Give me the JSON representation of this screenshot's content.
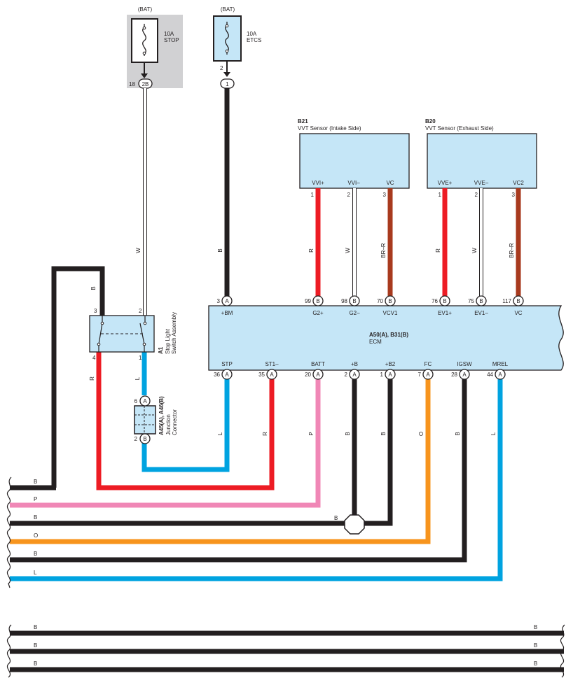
{
  "colors": {
    "component_fill": "#c5e6f7",
    "fuse_bg": "#d1d1d3",
    "wire_black": "#231f20",
    "wire_red": "#ed1c24",
    "wire_blue": "#00a3e0",
    "wire_pink": "#f087b6",
    "wire_orange": "#f7941d",
    "wire_brown_red": "#a83a1e",
    "wire_white": "#ffffff"
  },
  "fuses": {
    "stop": {
      "source": "(BAT)",
      "amp": "10A",
      "name": "STOP",
      "conn_pin": "18",
      "conn": "2B"
    },
    "etcs": {
      "source": "(BAT)",
      "amp": "10A",
      "name": "ETCS",
      "fuse_pin": "2",
      "conn": "1"
    }
  },
  "sensors": {
    "b21": {
      "code": "B21",
      "title": "VVT Sensor (Intake Side)",
      "pins": [
        {
          "name": "VVI+",
          "num": "1",
          "wire": "R"
        },
        {
          "name": "VVI–",
          "num": "2",
          "wire": "W"
        },
        {
          "name": "VC",
          "num": "3",
          "wire": "BR–R"
        }
      ]
    },
    "b20": {
      "code": "B20",
      "title": "VVT Sensor (Exhaust Side)",
      "pins": [
        {
          "name": "VVE+",
          "num": "1",
          "wire": "R"
        },
        {
          "name": "VVE–",
          "num": "2",
          "wire": "W"
        },
        {
          "name": "VC2",
          "num": "3",
          "wire": "BR–R"
        }
      ]
    }
  },
  "ecm": {
    "code": "A50(A), B31(B)",
    "name": "ECM",
    "top_pins": [
      {
        "num": "3",
        "conn": "A",
        "name": "+BM"
      },
      {
        "num": "99",
        "conn": "B",
        "name": "G2+"
      },
      {
        "num": "98",
        "conn": "B",
        "name": "G2–"
      },
      {
        "num": "70",
        "conn": "B",
        "name": "VCV1"
      },
      {
        "num": "76",
        "conn": "B",
        "name": "EV1+"
      },
      {
        "num": "75",
        "conn": "B",
        "name": "EV1–"
      },
      {
        "num": "117",
        "conn": "B",
        "name": "VC"
      }
    ],
    "bottom_pins": [
      {
        "num": "36",
        "conn": "A",
        "name": "STP",
        "wire": "L"
      },
      {
        "num": "35",
        "conn": "A",
        "name": "ST1–",
        "wire": "R"
      },
      {
        "num": "20",
        "conn": "A",
        "name": "BATT",
        "wire": "P"
      },
      {
        "num": "2",
        "conn": "A",
        "name": "+B",
        "wire": "B"
      },
      {
        "num": "1",
        "conn": "A",
        "name": "+B2",
        "wire": "B"
      },
      {
        "num": "7",
        "conn": "A",
        "name": "FC",
        "wire": "O"
      },
      {
        "num": "28",
        "conn": "A",
        "name": "IGSW",
        "wire": "B"
      },
      {
        "num": "44",
        "conn": "A",
        "name": "MREL",
        "wire": "L"
      }
    ]
  },
  "stop_switch": {
    "code": "A1",
    "name_line1": "Stop Light",
    "name_line2": "Switch Assembly",
    "pin3": "3",
    "pin2": "2",
    "pin4": "4",
    "pin1": "1"
  },
  "junction": {
    "code": "A45(A), A46(B)",
    "name_line1": "Junction",
    "name_line2": "Connector",
    "top_pin": "6",
    "top_conn": "A",
    "bottom_pin": "2",
    "bottom_conn": "B"
  },
  "wire_labels": {
    "w_stop": "W",
    "b_etcs": "B",
    "b_switch3": "B",
    "r_switch4": "R",
    "l_switch1": "L",
    "b_joint": "B"
  },
  "left_buses": [
    "B",
    "P",
    "B",
    "O",
    "B",
    "L"
  ],
  "bottom_buses": [
    {
      "left": "B",
      "right": "B"
    },
    {
      "left": "B",
      "right": "B"
    },
    {
      "left": "B",
      "right": "B"
    }
  ]
}
